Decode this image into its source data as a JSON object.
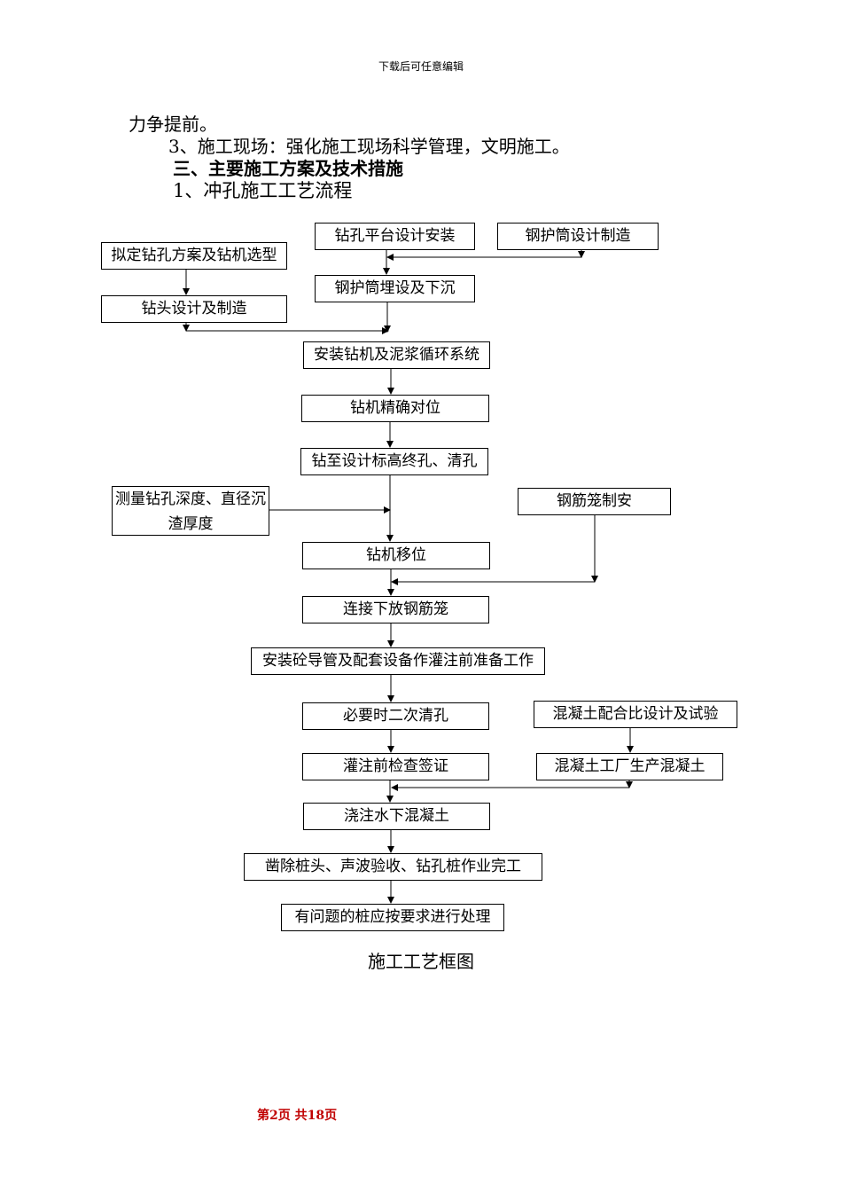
{
  "header": "下载后可任意编辑",
  "paragraphs": {
    "p1": "力争提前。",
    "p2": "3、施工现场：强化施工现场科学管理，文明施工。",
    "h3": "三、主要施工方案及技术措施",
    "h4": "1、冲孔施工工艺流程"
  },
  "flow": {
    "b1": "钻孔平台设计安装",
    "b2": "钢护筒设计制造",
    "b3": "拟定钻孔方案及钻机选型",
    "b4": "钢护筒埋设及下沉",
    "b5": "钻头设计及制造",
    "b6": "安装钻机及泥浆循环系统",
    "b7": "钻机精确对位",
    "b8": "钻至设计标高终孔、清孔",
    "b9": "测量钻孔深度、直径沉渣厚度",
    "b10": "钢筋笼制安",
    "b11": "钻机移位",
    "b12": "连接下放钢筋笼",
    "b13": "安装砼导管及配套设备作灌注前准备工作",
    "b14": "必要时二次清孔",
    "b15": "混凝土配合比设计及试验",
    "b16": "灌注前检查签证",
    "b17": "混凝土工厂生产混凝土",
    "b18": "浇注水下混凝土",
    "b19": "凿除桩头、声波验收、钻孔桩作业完工",
    "b20": "有问题的桩应按要求进行处理",
    "caption": "施工工艺框图"
  },
  "footer": "第2页 共18页",
  "colors": {
    "footer": "#c00000"
  }
}
